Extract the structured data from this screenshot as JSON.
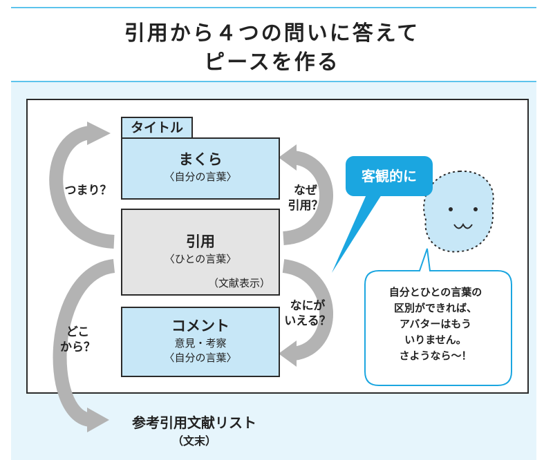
{
  "header": {
    "title_line1": "引用から４つの問いに答えて",
    "title_line2": "ピースを作る"
  },
  "diagram": {
    "title_tab": "タイトル",
    "box_makura": {
      "heading": "まくら",
      "sub": "〈自分の言葉〉"
    },
    "box_inyou": {
      "heading": "引用",
      "sub": "〈ひとの言葉〉",
      "note": "（文献表示）"
    },
    "box_comment": {
      "heading": "コメント",
      "sub1": "意見・考察",
      "sub2": "〈自分の言葉〉"
    },
    "labels": {
      "tsumari": "つまり？",
      "naze_line1": "なぜ",
      "naze_line2": "引用？",
      "naniga_line1": "なにが",
      "naniga_line2": "いえる？",
      "doko_line1": "どこ",
      "doko_line2": "から？"
    },
    "bubble_objective": "客観的に",
    "speech_lines": [
      "自分とひとの言葉の",
      "区別ができれば、",
      "アバターはもう",
      "いりません。",
      "さようなら〜！"
    ],
    "bottom": {
      "title": "参考引用文献リスト",
      "sub": "（文末）"
    }
  },
  "colors": {
    "accent": "#5cc3ec",
    "box_blue": "#c7e7f7",
    "box_grey": "#e4e4e4",
    "bubble_blue": "#1ba6e0",
    "arrow_grey": "#b3b3b3",
    "panel_bg": "#e6f5fc"
  }
}
